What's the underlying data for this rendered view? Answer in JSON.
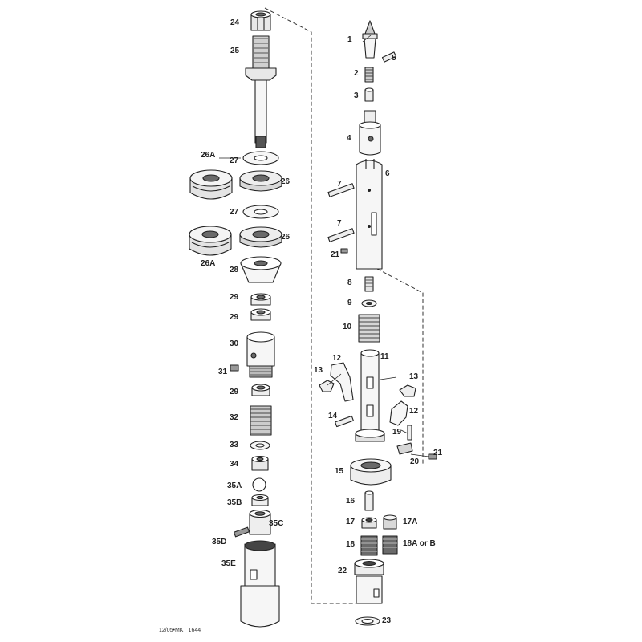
{
  "colors": {
    "ink": "#222222",
    "light_fill": "#f2f2f2",
    "mid_fill": "#d8d8d8",
    "dark_fill": "#6a6a6a"
  },
  "labels": {
    "p24": "24",
    "p25": "25",
    "p26a_top": "26A",
    "p27_top": "27",
    "p26_top": "26",
    "p27_mid": "27",
    "p26_mid": "26",
    "p26a_bot": "26A",
    "p28": "28",
    "p29_a": "29",
    "p29_b": "29",
    "p30": "30",
    "p31": "31",
    "p29_c": "29",
    "p32": "32",
    "p33": "33",
    "p34": "34",
    "p35a": "35A",
    "p35b": "35B",
    "p35c": "35C",
    "p35d": "35D",
    "p35e": "35E",
    "p1": "1",
    "p5": "5",
    "p2": "2",
    "p3": "3",
    "p4": "4",
    "p6": "6",
    "p7_top": "7",
    "p7_bot": "7",
    "p21_top": "21",
    "p8": "8",
    "p9": "9",
    "p10": "10",
    "p12_top": "12",
    "p11": "11",
    "p13_left": "13",
    "p13_right": "13",
    "p14": "14",
    "p12_bot": "12",
    "p19": "19",
    "p21_bot": "21",
    "p20": "20",
    "p15": "15",
    "p16": "16",
    "p17": "17",
    "p17a": "17A",
    "p18": "18",
    "p18ab": "18A or B",
    "p22": "22",
    "p23": "23"
  },
  "footer_code": "12/05•MKT 1644"
}
